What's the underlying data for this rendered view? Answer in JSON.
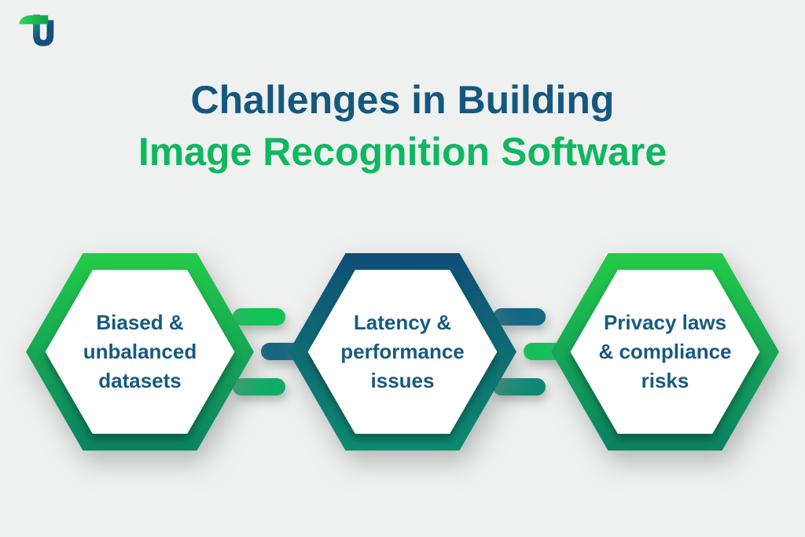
{
  "page": {
    "background_color": "#eff1f0"
  },
  "logo": {
    "icon": "tu-logo",
    "bar_gradient": [
      "#2fd653",
      "#10a04c"
    ],
    "u_gradient": [
      "#2bbf4f",
      "#17708a",
      "#14517c"
    ]
  },
  "title": {
    "line1": "Challenges in Building",
    "line2": "Image Recognition Software",
    "line1_color": "#15587f",
    "line2_color": "#0fb761"
  },
  "hexagons": [
    {
      "id": "biased-unbalanced-datasets",
      "lines": [
        "Biased &",
        "unbalanced",
        "datasets"
      ],
      "gradient_top": "#23cb47",
      "gradient_bottom": "#0a8164",
      "fill": "#ffffff",
      "text_color": "#175a80"
    },
    {
      "id": "latency-performance-issues",
      "lines": [
        "Latency &",
        "performance",
        "issues"
      ],
      "gradient_top": "#0f4e78",
      "gradient_bottom": "#0e8a70",
      "fill": "#ffffff",
      "text_color": "#175a80"
    },
    {
      "id": "privacy-laws-compliance-risks",
      "lines": [
        "Privacy laws",
        "& compliance",
        "risks"
      ],
      "gradient_top": "#23cb47",
      "gradient_bottom": "#0a8164",
      "fill": "#ffffff",
      "text_color": "#175a80"
    }
  ],
  "connectors": [
    {
      "between": "hexagon-1-and-2",
      "bars": [
        {
          "color": "#12c455"
        },
        {
          "color": "#15667f"
        },
        {
          "color": "#10ad66"
        }
      ]
    },
    {
      "between": "hexagon-2-and-3",
      "bars": [
        {
          "color": "#136882"
        },
        {
          "color": "#14c159"
        },
        {
          "color": "#0e8a73"
        }
      ]
    }
  ]
}
